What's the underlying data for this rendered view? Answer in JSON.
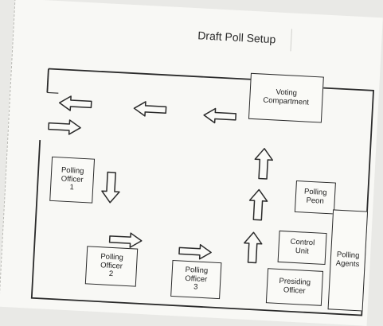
{
  "title": "Draft Poll Setup",
  "boxes": {
    "voting_compartment": "Voting\nCompartment",
    "polling_officer_1": "Polling\nOfficer\n1",
    "polling_officer_2": "Polling\nOfficer\n2",
    "polling_officer_3": "Polling\nOfficer\n3",
    "polling_peon": "Polling\nPeon",
    "control_unit": "Control\nUnit",
    "presiding_officer": "Presiding\nOfficer",
    "polling_agents": "Polling\nAgents"
  }
}
